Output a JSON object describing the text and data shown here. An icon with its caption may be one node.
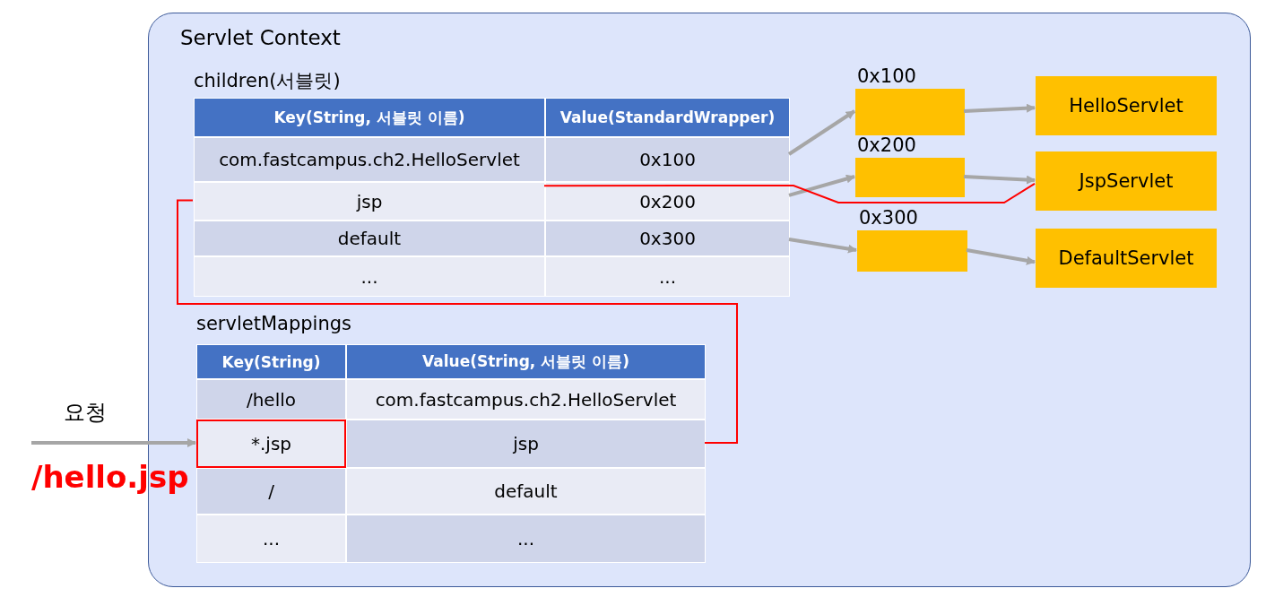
{
  "diagram": {
    "nodes": [
      {
        "text": [
          "Servlet Context"
        ]
      },
      {
        "text": [
          "children(서블릿)"
        ],
        "in": 0
      },
      {
        "text": [
          "Key(String, 서블릿 이름)"
        ],
        "in": 1
      },
      {
        "text": [
          "Value(StandardWrapper)"
        ],
        "in": 1
      },
      {
        "text": [
          "com.fastcampus.ch2.HelloServlet"
        ],
        "in": 1
      },
      {
        "text": [
          "0x100"
        ],
        "in": 1
      },
      {
        "text": [
          "jsp"
        ],
        "in": 1
      },
      {
        "text": [
          "0x200"
        ],
        "in": 1
      },
      {
        "text": [
          "default"
        ],
        "in": 1
      },
      {
        "text": [
          "0x300"
        ],
        "in": 1
      },
      {
        "text": [
          "..."
        ],
        "in": 1
      },
      {
        "text": [
          "..."
        ],
        "in": 1
      },
      {
        "text": [],
        "shape": "box",
        "beside": [
          "0x100"
        ],
        "in": 0
      },
      {
        "text": [],
        "shape": "box",
        "beside": [
          "0x200"
        ],
        "in": 0
      },
      {
        "text": [],
        "shape": "box",
        "beside": [
          "0x300"
        ],
        "in": 0
      },
      {
        "text": [
          "HelloServlet"
        ],
        "in": 0
      },
      {
        "text": [
          "JspServlet"
        ],
        "in": 0
      },
      {
        "text": [
          "DefaultServlet"
        ],
        "in": 0
      },
      {
        "text": [
          "servletMappings"
        ],
        "in": 0
      },
      {
        "text": [
          "Key(String)"
        ],
        "in": 18
      },
      {
        "text": [
          "Value(String, 서블릿 이름)"
        ],
        "in": 18
      },
      {
        "text": [
          "/hello"
        ],
        "in": 18
      },
      {
        "text": [
          "com.fastcampus.ch2.HelloServlet"
        ],
        "in": 18
      },
      {
        "text": [
          "*.jsp"
        ],
        "in": 18
      },
      {
        "text": [
          "jsp"
        ],
        "in": 18
      },
      {
        "text": [
          "/"
        ],
        "in": 18
      },
      {
        "text": [
          "default"
        ],
        "in": 18
      },
      {
        "text": [
          "..."
        ],
        "in": 18
      },
      {
        "text": [
          "..."
        ],
        "in": 18
      }
    ],
    "edges": [
      {
        "from": 5,
        "to": 12,
        "arrow": "to"
      },
      {
        "from": 7,
        "to": 13,
        "arrow": "to"
      },
      {
        "from": 9,
        "to": 14,
        "arrow": "to"
      },
      {
        "from": 12,
        "to": 15,
        "arrow": "to"
      },
      {
        "from": 13,
        "to": 16,
        "arrow": "to"
      },
      {
        "from": 14,
        "to": 17,
        "arrow": "to"
      },
      {
        "from": 6,
        "to": 16,
        "arrow": "none",
        "color": "#ff0000"
      },
      {
        "from": 24,
        "to": 6,
        "arrow": "none",
        "color": "#ff0000"
      },
      {
        "from": null,
        "to": 23,
        "arrow": "to",
        "label": "요청"
      }
    ],
    "labels": [
      "/hello.jsp"
    ]
  }
}
